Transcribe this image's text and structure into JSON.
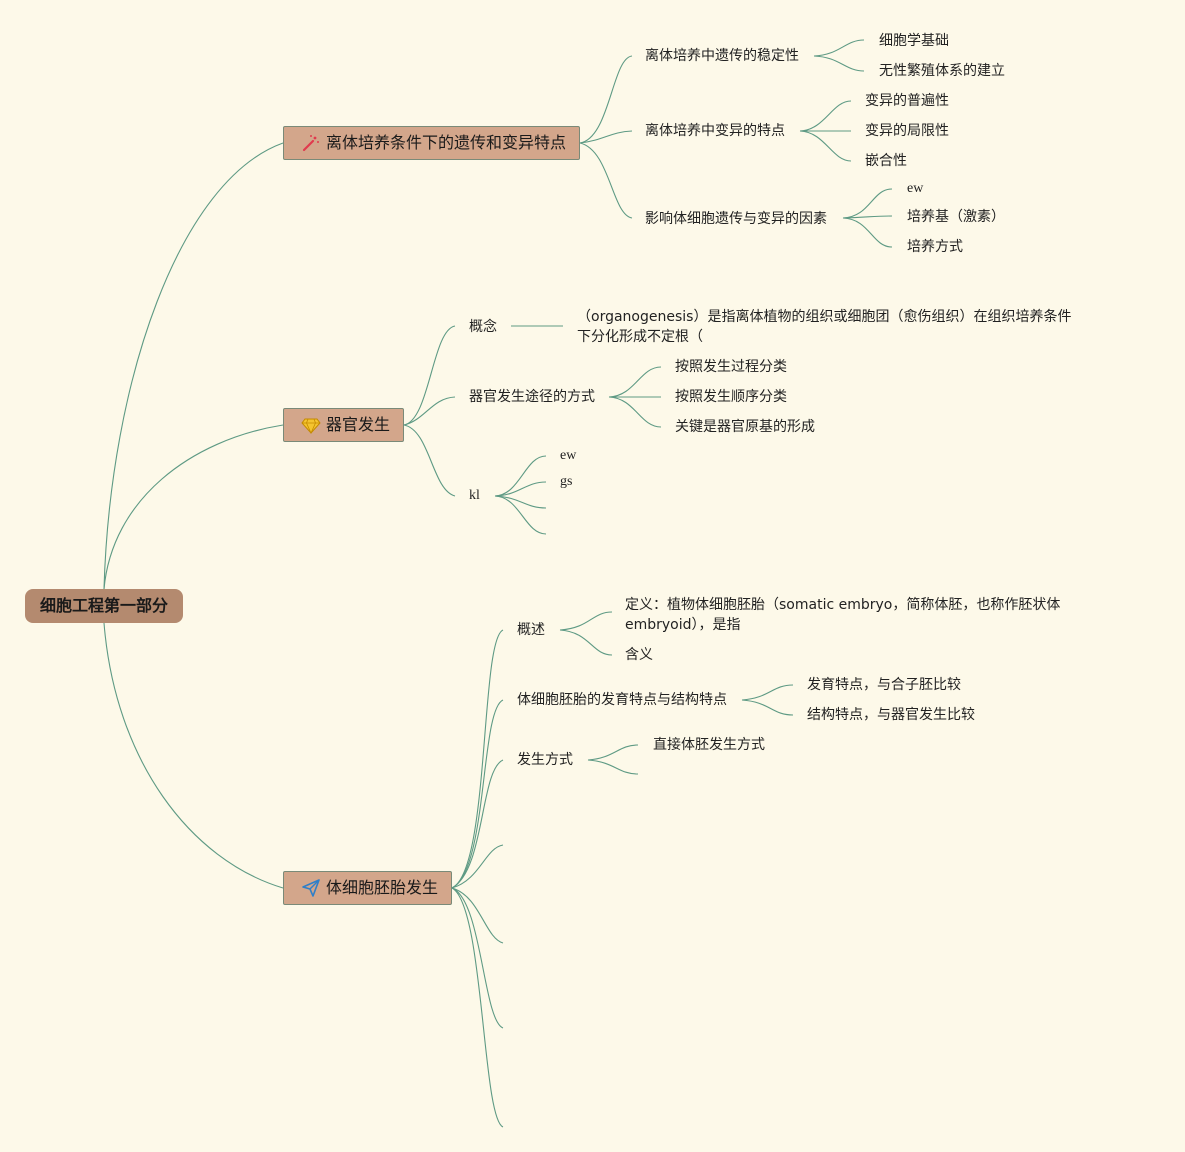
{
  "root": {
    "label": "细胞工程第一部分"
  },
  "branches": [
    {
      "label": "离体培养条件下的遗传和变异特点",
      "icon": "magic-wand-icon",
      "children": [
        {
          "label": "离体培养中遗传的稳定性",
          "children": [
            "细胞学基础",
            "无性繁殖体系的建立"
          ]
        },
        {
          "label": "离体培养中变异的特点",
          "children": [
            "变异的普遍性",
            "变异的局限性",
            "嵌合性"
          ]
        },
        {
          "label": "影响体细胞遗传与变异的因素",
          "children": [
            "ew",
            "培养基（激素）",
            "培养方式"
          ]
        }
      ]
    },
    {
      "label": "器官发生",
      "icon": "diamond-icon",
      "children": [
        {
          "label": "概念",
          "children": [
            "（organogenesis）是指离体植物的组织或细胞团（愈伤组织）在组织培养条件下分化形成不定根（"
          ]
        },
        {
          "label": "器官发生途径的方式",
          "children": [
            "按照发生过程分类",
            "按照发生顺序分类",
            "关键是器官原基的形成"
          ]
        },
        {
          "label": "kl",
          "children": [
            "ew",
            "gs",
            "",
            ""
          ]
        }
      ]
    },
    {
      "label": "体细胞胚胎发生",
      "icon": "paper-plane-icon",
      "children": [
        {
          "label": "概述",
          "children": [
            "定义：植物体细胞胚胎（somatic embryo，简称体胚，也称作胚状体 embryoid），是指",
            "含义"
          ]
        },
        {
          "label": "体细胞胚胎的发育特点与结构特点",
          "children": [
            "发育特点，与合子胚比较",
            "结构特点，与器官发生比较"
          ]
        },
        {
          "label": "发生方式",
          "children": [
            "直接体胚发生方式",
            ""
          ]
        },
        {
          "label": "",
          "children": []
        },
        {
          "label": "",
          "children": []
        },
        {
          "label": "",
          "children": []
        },
        {
          "label": "",
          "children": []
        }
      ]
    }
  ],
  "colors": {
    "background": "#fdf9e9",
    "root_fill": "#b48a6f",
    "branch_fill": "#d3a68b",
    "link": "#5e9a84"
  }
}
